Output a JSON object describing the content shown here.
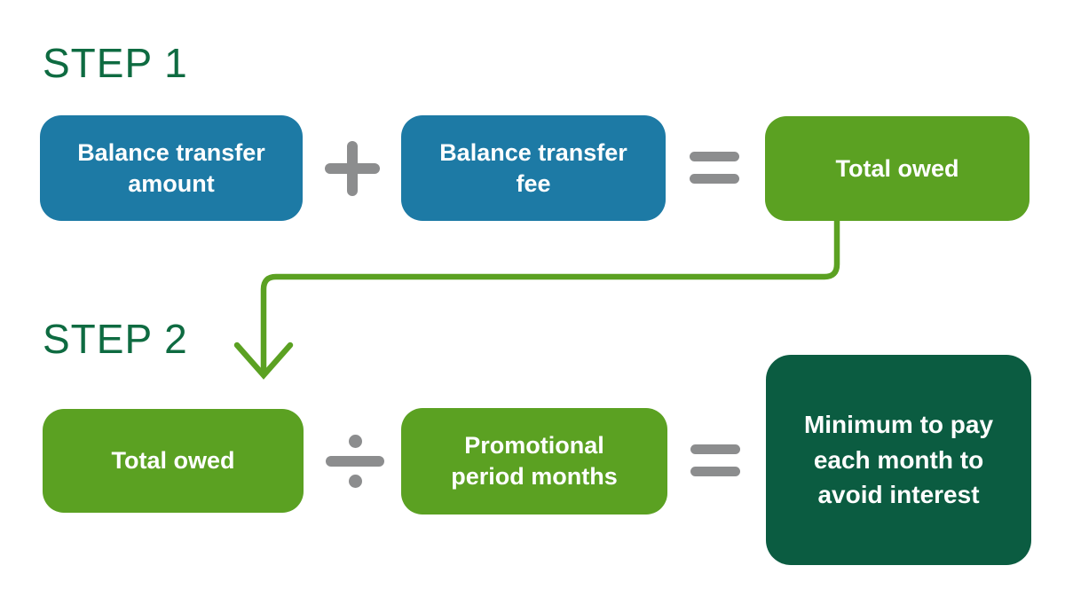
{
  "colors": {
    "blue": "#1d7aa5",
    "green": "#5ba122",
    "dark_green": "#0b5c41",
    "heading_green": "#0e6b41",
    "gray": "#8c8d8e",
    "white": "#ffffff"
  },
  "step1": {
    "heading": "STEP 1",
    "operand_a": "Balance transfer\namount",
    "operator_icon": "plus-icon",
    "operand_b": "Balance transfer\nfee",
    "equals_icon": "equals-icon",
    "result": "Total owed"
  },
  "step2": {
    "heading": "STEP 2",
    "operand_a": "Total owed",
    "operator_icon": "divide-icon",
    "operand_b": "Promotional\nperiod months",
    "equals_icon": "equals-icon",
    "result": "Minimum to pay\neach month to\navoid interest"
  }
}
